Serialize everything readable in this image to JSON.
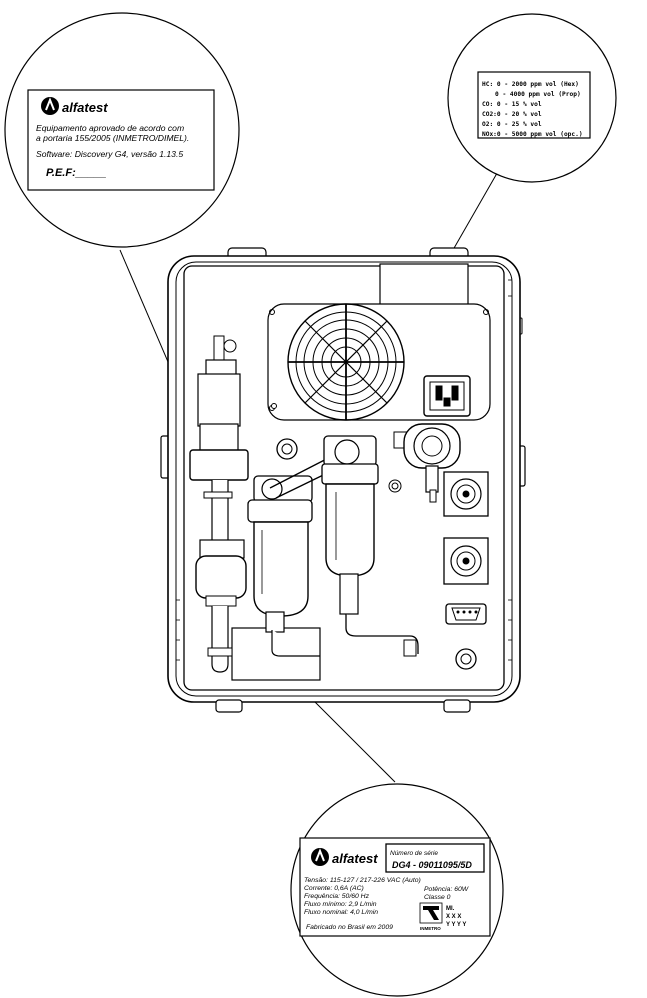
{
  "label_approval": {
    "brand": "alfatest",
    "line1": "Equipamento aprovado de acordo com",
    "line2": "a portaria 155/2005 (INMETRO/DIMEL).",
    "line3": "Software: Discovery G4, versão 1.13.5",
    "pef": "P.E.F:_____"
  },
  "label_ranges": {
    "lines": [
      "HC: 0 - 2000 ppm vol (Hex)",
      "0 - 4000 ppm vol (Prop)",
      "CO: 0 - 15 % vol",
      "CO2:0 - 20 % vol",
      "O2: 0 - 25 % vol",
      "NOx:0 - 5000 ppm vol (opc.)"
    ]
  },
  "label_serial": {
    "brand": "alfatest",
    "serial_caption": "Número de série",
    "serial_value": "DG4 - 09011095/5D",
    "specs": [
      "Tensão: 115-127 / 217-226 VAC (Auto)",
      "Corrente: 0,6A (AC)",
      "Frequência: 50/60 Hz",
      "Fluxo mínimo: 2,9 L/min",
      "Fluxo nominal: 4,0 L/min"
    ],
    "power": "Potência: 60W",
    "class": "Classe 0",
    "mark_lines": [
      "MI.",
      "X X X",
      "Y Y Y Y"
    ],
    "inmetro": "INMETRO",
    "made_in": "Fabricado no Brasil em 2009"
  }
}
